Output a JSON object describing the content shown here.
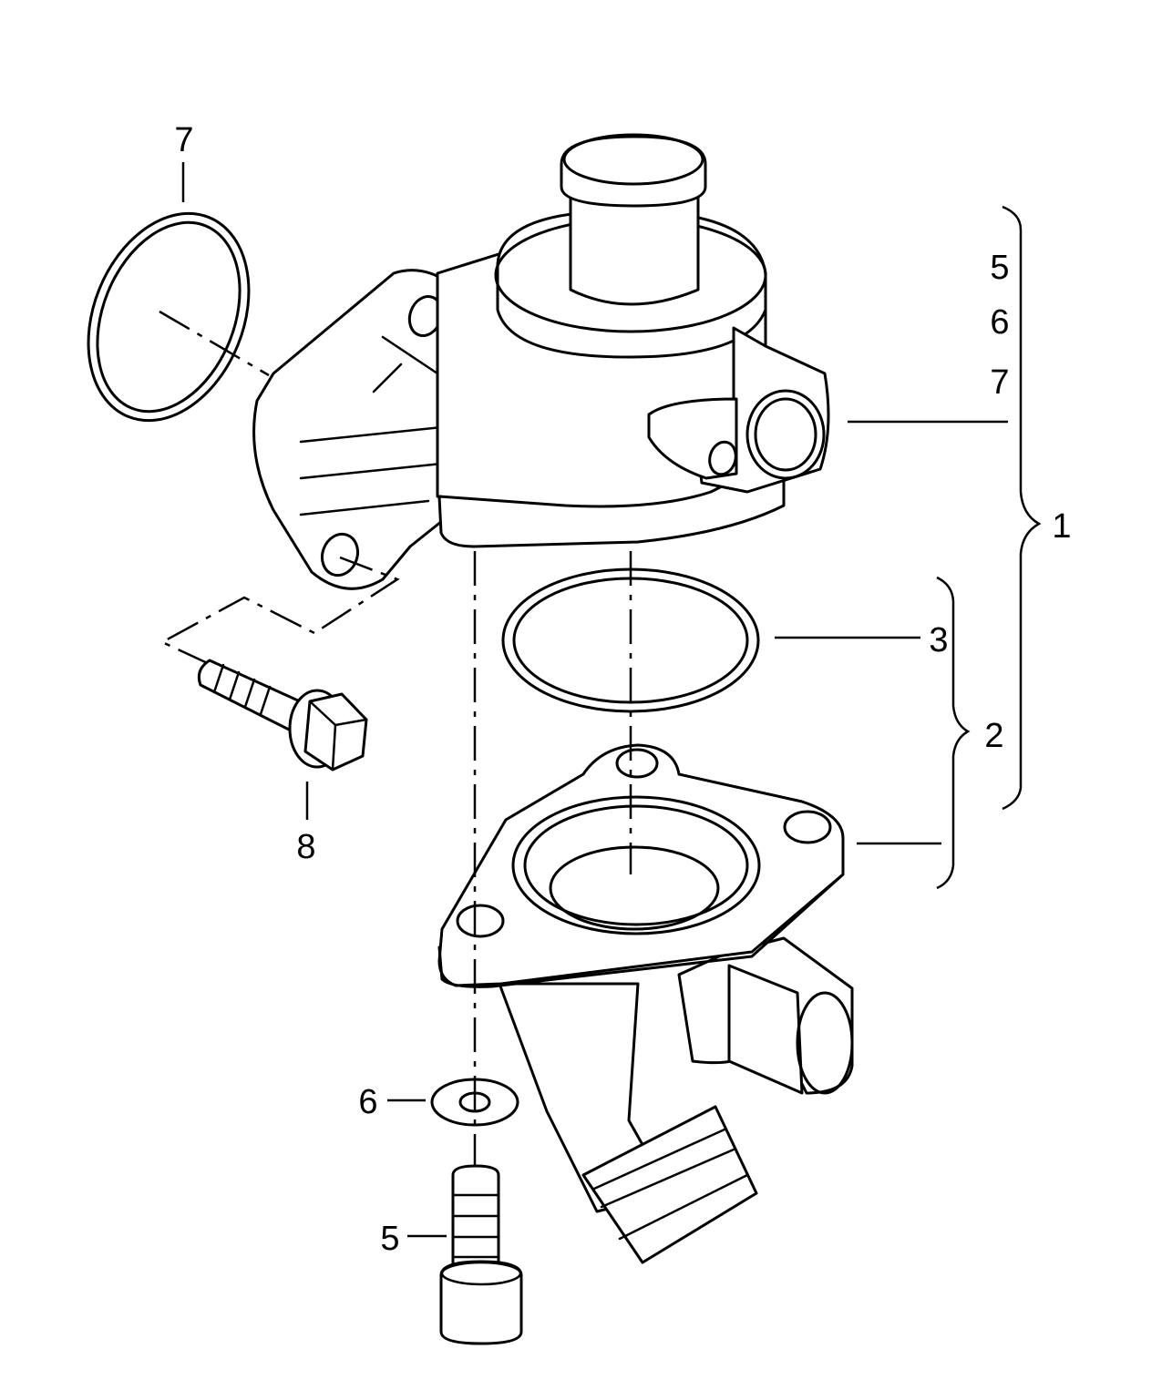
{
  "callouts": {
    "part1": "1",
    "part2": "2",
    "part3": "3",
    "part5_group": "5",
    "part6_group": "6",
    "part7_group": "7",
    "part5_bolt": "5",
    "part6_washer": "6",
    "part7_oring": "7",
    "part8_bolt": "8"
  }
}
